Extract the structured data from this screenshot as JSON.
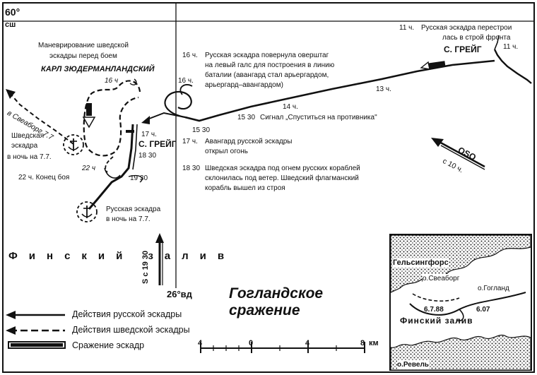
{
  "map": {
    "grid": {
      "latitude": "60°",
      "lat_hemisphere": "сш",
      "longitude": "26°вд"
    },
    "title": {
      "line1": "Гогландское",
      "line2": "сражение"
    },
    "gulf_label": "Финский залив",
    "swedish_block": {
      "heading_line1": "Маневрирование шведской",
      "heading_line2": "эскадры перед боем",
      "flagship": "КАРЛ ЗЮДЕРМАНЛАНДСКИЙ",
      "to_sveaborg": "в Свеаборг 7.7",
      "night_line1": "Шведская",
      "night_line2": "эскадра",
      "night_line3": "в ночь на 7.7.",
      "end_of_battle": "22 ч. Конец боя",
      "time_22": "22 ч",
      "time_16": "16 ч"
    },
    "russian_night": {
      "line1": "Русская эскадра",
      "line2": "в ночь на 7.7."
    },
    "greig_lower": "С. ГРЕЙГ",
    "greig_upper": "С. ГРЕЙГ",
    "times": {
      "t17": "17 ч.",
      "t1830": "18 30",
      "t1930": "19 30",
      "t16": "16 ч.",
      "t1530": "15 30",
      "t14": "14 ч.",
      "t13": "13 ч.",
      "t11": "11 ч."
    },
    "events": [
      {
        "time": "11 ч.",
        "lines": [
          "Русская эскадра перестрои",
          "лась в строй фронта"
        ]
      },
      {
        "time": "16 ч.",
        "lines": [
          "Русская эскадра повернула оверштаг",
          "на левый галс для построения в линию",
          "баталии (авангард стал арьергардом,",
          "арьергард–авангардом)"
        ]
      },
      {
        "time": "15 30",
        "lines": [
          "Сигнал „Спуститься на противника\""
        ]
      },
      {
        "time": "17 ч.",
        "lines": [
          "Авангард русской эскадры",
          "открыл огонь"
        ]
      },
      {
        "time": "18 30",
        "lines": [
          "Шведская эскадра под огнем русских кораблей",
          "склонилась под ветер. Шведский флагманский",
          "корабль вышел из строя"
        ]
      }
    ],
    "wind_main": {
      "direction": "OSO",
      "speed": "с 10 ч."
    },
    "wind_south": "S с 19 30",
    "inset": {
      "helsingfors": "Гельсингфорс",
      "sveaborg": "о.Свеаборг",
      "gogland": "о.Гогланд",
      "date_a": "6.7.88",
      "date_b": "6.07",
      "gulf": "Финский залив",
      "revel": "о.Ревель"
    },
    "legend": [
      {
        "label": "Действия русской эскадры"
      },
      {
        "label": "Действия шведской эскадры"
      },
      {
        "label": "Сражение эскадр"
      }
    ],
    "scale": {
      "ticks": [
        "4",
        "0",
        "4",
        "8"
      ],
      "unit": "км"
    },
    "colors": {
      "ink": "#111111",
      "paper": "#ffffff"
    }
  }
}
